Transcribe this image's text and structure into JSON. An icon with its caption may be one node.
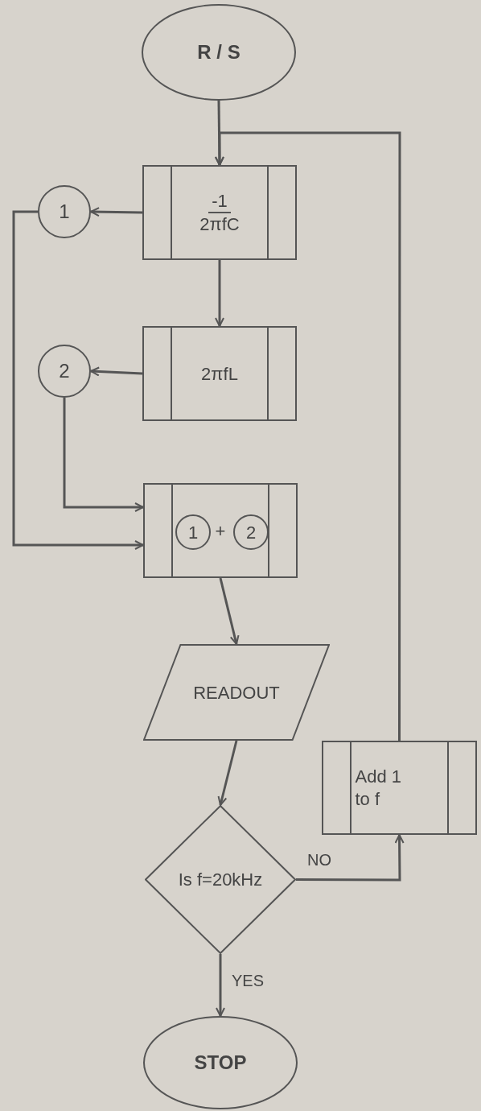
{
  "diagram": {
    "nodes": [
      {
        "text": [
          "R / S"
        ]
      },
      {
        "text": [
          "-1",
          "2πfC"
        ]
      },
      {
        "text": [
          "1"
        ]
      },
      {
        "text": [
          "2πfL"
        ]
      },
      {
        "text": [
          "2"
        ]
      },
      {
        "text": [
          "+"
        ]
      },
      {
        "text": [
          "1"
        ],
        "in": 5
      },
      {
        "text": [
          "2"
        ],
        "in": 5
      },
      {
        "text": [
          "READOUT"
        ]
      },
      {
        "text": [
          "Is f=20kHz"
        ]
      },
      {
        "text": [
          "Add 1 to f"
        ]
      },
      {
        "text": [
          "STOP"
        ]
      }
    ],
    "edges": [
      {
        "from": 0,
        "to": 1,
        "arrow": "to"
      },
      {
        "from": 10,
        "to": 1,
        "arrow": "to"
      },
      {
        "from": 1,
        "to": 2,
        "arrow": "to"
      },
      {
        "from": 1,
        "to": 3,
        "arrow": "to"
      },
      {
        "from": 3,
        "to": 4,
        "arrow": "to"
      },
      {
        "from": 4,
        "to": 5,
        "arrow": "to"
      },
      {
        "from": 2,
        "to": 5,
        "arrow": "to"
      },
      {
        "from": 5,
        "to": 8,
        "arrow": "to"
      },
      {
        "from": 8,
        "to": 9,
        "arrow": "to"
      },
      {
        "from": 9,
        "to": 10,
        "arrow": "to",
        "label": "NO"
      },
      {
        "from": 9,
        "to": 11,
        "arrow": "to",
        "label": "YES"
      }
    ]
  }
}
